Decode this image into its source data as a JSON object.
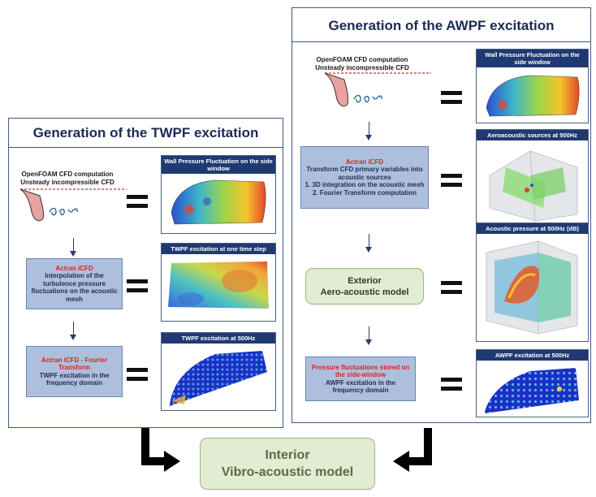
{
  "twpf": {
    "title": "Generation of the TWPF excitation",
    "cfd_line1": "OpenFOAM CFD computation",
    "cfd_line2": "Unsteady incompressible CFD",
    "box1": {
      "title": "Actran iCFD",
      "body": "Interpolation of the turbulence pressure fluctuations on the acoustic mesh"
    },
    "box2": {
      "title": "Actran iCFD - Fourier Transform",
      "body": "TWPF excitation in the frequency domain"
    },
    "img1_caption": "Wall Pressure Fluctuation on the side window",
    "img2_caption": "TWPF excitation at one time step",
    "img3_caption": "TWPF excitation at 500Hz"
  },
  "awpf": {
    "title": "Generation of the AWPF excitation",
    "cfd_line1": "OpenFOAM CFD computation",
    "cfd_line2": "Unsteady incompressible CFD",
    "box1": {
      "title": "Actran iCFD",
      "body": "Transform CFD primary variables into acoustic sources",
      "item1": "1.  3D integration on the acoustic mesh",
      "item2": "2.  Fourier Transform computation"
    },
    "exterior_line1": "Exterior",
    "exterior_line2": "Aero-acoustic model",
    "box2": {
      "title": "Pressure fluctuations stored on the side-window",
      "body": "AWPF excitation in the frequency domain"
    },
    "img1_caption": "Wall Pressure Fluctuation on the side window",
    "img2_caption": "Aeroacoustic sources at 500Hz",
    "img3_caption": "Acoustic pressure at 500Hz (dB)",
    "img4_caption": "AWPF excitation at 500Hz"
  },
  "interior": {
    "line1": "Interior",
    "line2": "Vibro-acoustic model"
  },
  "colors": {
    "panel_border": "#3b5a85",
    "blue_box": "#aebfdd",
    "caption_bg": "#1f3a72",
    "green_box": "#e2ecd2",
    "red": "#e0201a"
  }
}
